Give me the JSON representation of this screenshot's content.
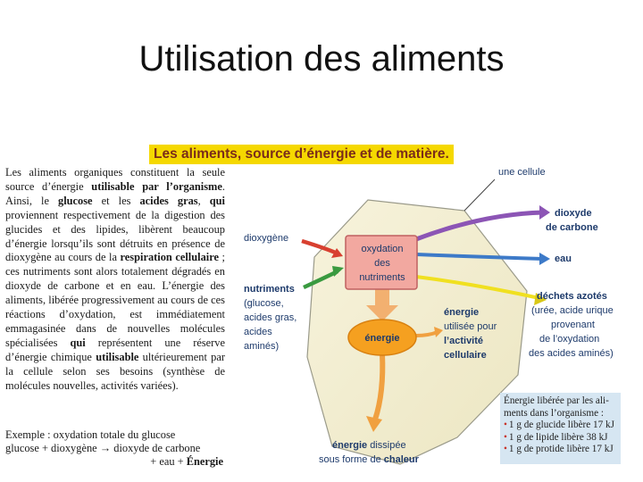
{
  "title": "Utilisation des aliments",
  "box_title": "Les aliments, source d’énergie et de matière.",
  "left_paragraph": [
    {
      "t": "Les aliments organiques constituent la seule source d’énergie "
    },
    {
      "t": "utilisable par l’organisme",
      "b": true
    },
    {
      "t": ". Ainsi, le "
    },
    {
      "t": "glucose",
      "b": true
    },
    {
      "t": " et les "
    },
    {
      "t": "acides gras",
      "b": true
    },
    {
      "t": ", "
    },
    {
      "t": "qui",
      "b": true
    },
    {
      "t": " proviennent respectivement de la digestion des glucides et des lipides, libèrent beaucoup d’énergie lorsqu’ils sont détruits en présence de dioxygène au cours de la "
    },
    {
      "t": "respiration cellulaire",
      "b": true
    },
    {
      "t": " ; ces nutriments sont alors totalement dégradés en dioxyde de carbone et en eau. L’énergie des aliments, libérée progressivement au cours de ces réactions d’oxydation, est immédiatement emmagasinée dans de nouvelles molécules spécialisées "
    },
    {
      "t": "qui",
      "b": true
    },
    {
      "t": " représentent une réserve d’énergie chimique "
    },
    {
      "t": "utilisable",
      "b": true
    },
    {
      "t": " ultérieurement par la cellule selon ses besoins (synthèse de molécules nouvelles, activités variées)."
    }
  ],
  "example": {
    "line1": "Exemple : oxydation totale du glucose",
    "reactants": "glucose + dioxygène",
    "products": "dioxyde de carbone",
    "line3_prefix": "+ eau + ",
    "line3_bold": "Énergie"
  },
  "diagram": {
    "cell_label": "une cellule",
    "dioxygen_label": "dioxygène",
    "nutrients_label": [
      "nutriments",
      "(glucose,",
      "acides gras,",
      "acides",
      "aminés)"
    ],
    "oxidation_box": [
      "oxydation",
      "des",
      "nutriments"
    ],
    "energy_oval": "énergie",
    "co2_label": [
      "dioxyde",
      "de carbone"
    ],
    "water_label": "eau",
    "waste_label": [
      "déchets azotés",
      "(urée, acide urique",
      "provenant",
      "de l’oxydation",
      "des acides aminés)"
    ],
    "energy_used": [
      "énergie",
      "utilisée pour",
      "l’activité",
      "cellulaire"
    ],
    "heat_line1": "énergie dissipée",
    "heat_line2_prefix": "sous forme de ",
    "heat_line2_bold": "chaleur"
  },
  "info_box": {
    "heading": [
      "Énergie libérée par les ali-",
      "ments dans l’organisme :"
    ],
    "items": [
      "1 g de glucide libère 17 kJ",
      "1 g de lipide libère 38 kJ",
      "1 g de protide libère 17 kJ"
    ]
  },
  "colors": {
    "title_bg": "#f5d800",
    "title_text": "#7a2c1a",
    "oxidation_box": "#f2a8a0",
    "energy_oval": "#f5a020",
    "arrow_purple": "#8c55b5",
    "arrow_blue": "#3d7ac8",
    "arrow_yellow": "#f0e020",
    "arrow_red": "#d84030",
    "arrow_green": "#3a9a40",
    "arrow_orange": "#f0a040",
    "label_blue": "#1d3a6b",
    "info_bg": "#d6e6f2"
  }
}
